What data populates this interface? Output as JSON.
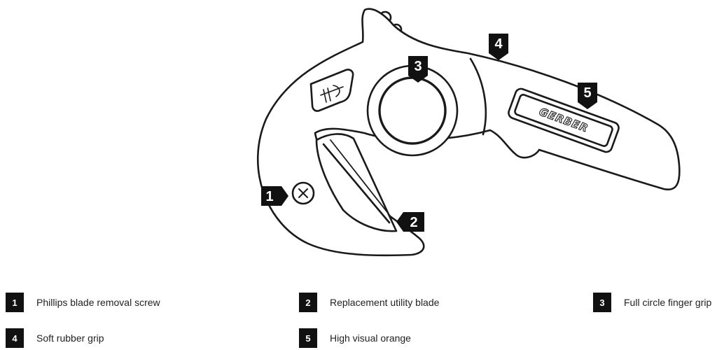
{
  "tool": {
    "brand": "GERBER"
  },
  "callouts": [
    {
      "number": "1"
    },
    {
      "number": "2"
    },
    {
      "number": "3"
    },
    {
      "number": "4"
    },
    {
      "number": "5"
    }
  ],
  "legend": [
    {
      "number": "1",
      "label": "Phillips blade removal screw"
    },
    {
      "number": "2",
      "label": "Replacement utility blade"
    },
    {
      "number": "3",
      "label": "Full circle finger grip"
    },
    {
      "number": "4",
      "label": "Soft rubber grip"
    },
    {
      "number": "5",
      "label": "High visual orange"
    }
  ],
  "colors": {
    "outline": "#1a1a1a",
    "callout_fill": "#111111",
    "tool_fill": "#ffffff"
  }
}
